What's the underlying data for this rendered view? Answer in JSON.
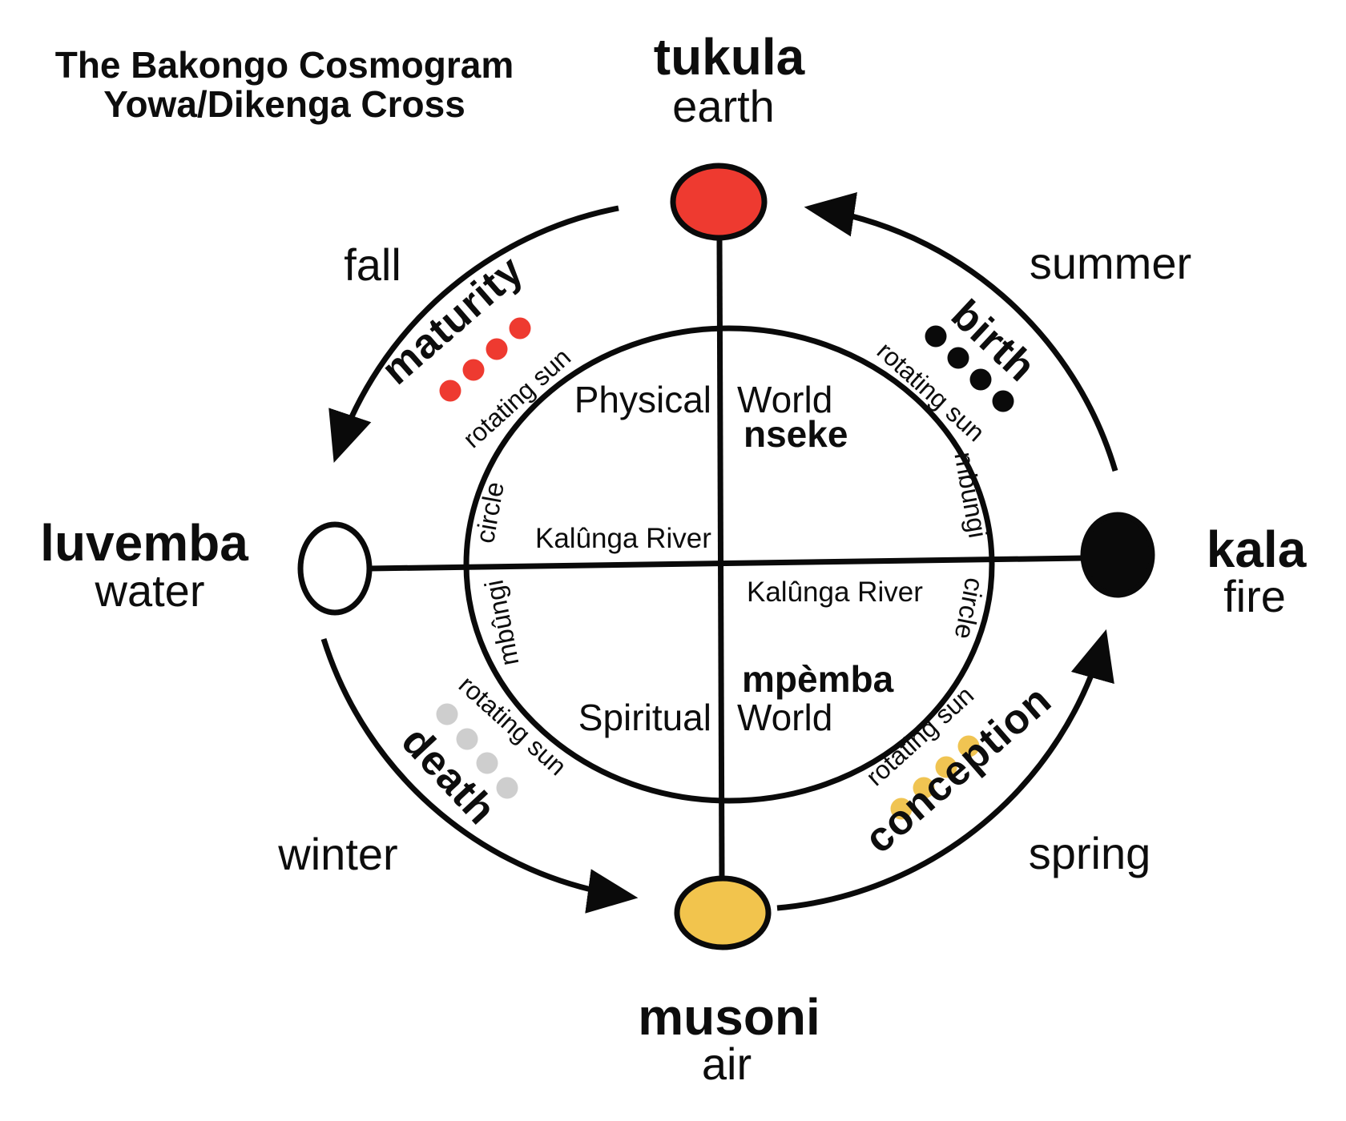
{
  "title": {
    "line1": "The Bakongo Cosmogram",
    "line2": "Yowa/Dikenga Cross"
  },
  "nodes": {
    "top": {
      "name": "tukula",
      "element": "earth",
      "color": "#ee3a30"
    },
    "right": {
      "name": "kala",
      "element": "fire",
      "color": "#0a0a0a"
    },
    "bottom": {
      "name": "musoni",
      "element": "air",
      "color": "#f2c44d"
    },
    "left": {
      "name": "luvemba",
      "element": "water",
      "color": "#ffffff"
    }
  },
  "seasons": {
    "fall": "fall",
    "summer": "summer",
    "winter": "winter",
    "spring": "spring"
  },
  "stages": {
    "maturity": {
      "label": "maturity",
      "dot_color": "#ee3a30"
    },
    "birth": {
      "label": "birth",
      "dot_color": "#0a0a0a"
    },
    "death": {
      "label": "death",
      "dot_color": "#cecece"
    },
    "conception": {
      "label": "conception",
      "dot_color": "#f0c452"
    }
  },
  "rotating_sun_label": "rotating sun",
  "inner": {
    "physical": "Physical",
    "world": "World",
    "nseke": "nseke",
    "spiritual": "Spiritual",
    "mpemba": "mpèmba",
    "kalunga_river": "Kalûnga River",
    "mbungi": "mbûngi",
    "circle": "circle"
  },
  "line_color": "#0a0a0a"
}
